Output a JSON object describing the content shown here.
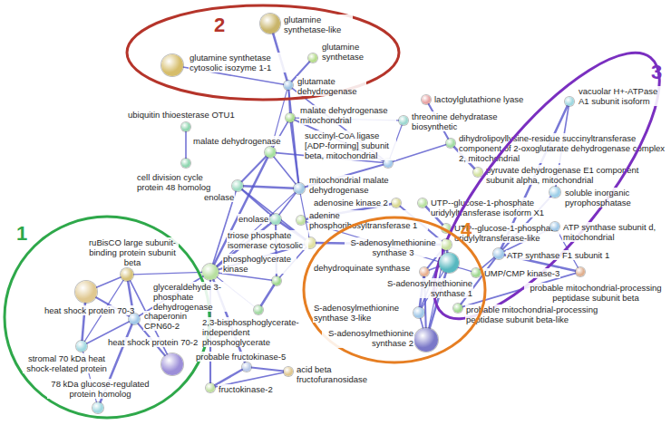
{
  "diagram": {
    "nodes": [
      {
        "text": [
          "2"
        ]
      },
      {
        "text": [
          "glutamine synthetase-like"
        ],
        "in": 0
      },
      {
        "text": [
          "glutamine synthetase"
        ],
        "in": 0
      },
      {
        "text": [
          "glutamine synthetase cytosolic isozyme 1-1"
        ],
        "in": 0
      },
      {
        "text": [
          "glutamate dehydrogenase"
        ],
        "in": 0
      },
      {
        "text": [
          "ubiquitin thioesterase OTU1"
        ]
      },
      {
        "text": [
          "cell division cycle protein 48 homolog"
        ]
      },
      {
        "text": [
          "malate dehydrogenase mitochondrial"
        ]
      },
      {
        "text": [
          "malate dehydrogenase"
        ]
      },
      {
        "text": [
          "threonine dehydratase biosynthetic"
        ]
      },
      {
        "text": [
          "lactoylglutathione lyase"
        ]
      },
      {
        "text": [
          "succinyl-CoA ligase [ADP-forming] subunit beta, mitochondrial"
        ]
      },
      {
        "text": [
          "dihydrolipoyllysine-residue succinyltransferase component of 2-oxoglutarate dehydrogenase complex 2, mitochondrial"
        ]
      },
      {
        "text": [
          "pyruvate dehydrogenase E1 component subunit alpha, mitochondrial"
        ]
      },
      {
        "text": [
          "enolase"
        ]
      },
      {
        "text": [
          "mitochondrial malate dehydrogenase"
        ]
      },
      {
        "text": [
          "UTP--glucose-1-phosphate uridylyltransferase isoform X1"
        ]
      },
      {
        "text": [
          "UTP--glucose-1-phosphate uridylyltransferase-like"
        ]
      },
      {
        "text": [
          "adenosine kinase 2"
        ]
      },
      {
        "text": [
          "adenine phosphoribosyltransferase 1"
        ]
      },
      {
        "text": [
          "enolase"
        ]
      },
      {
        "text": [
          "triose phosphate isomerase cytosolic"
        ]
      },
      {
        "text": [
          "3"
        ]
      },
      {
        "text": [
          "vacuolar H+-ATPase A1 subunit isoform"
        ],
        "in": 22
      },
      {
        "text": [
          "soluble inorganic pyrophosphatase"
        ],
        "in": 22
      },
      {
        "text": [
          "ATP synthase subunit d, mitochondrial"
        ],
        "in": 22
      },
      {
        "text": [
          "ATP synthase F1 subunit 1"
        ],
        "in": 22
      },
      {
        "text": [
          "probable mitochondrial-processing peptidase subunit beta"
        ],
        "in": 22
      },
      {
        "text": [
          "probable mitochondrial-processing peptidase subunit beta-like"
        ],
        "in": 22
      },
      {
        "text": [
          "UMP/CMP kinase-3"
        ]
      },
      {
        "text": [
          "1"
        ]
      },
      {
        "text": [
          "ruBisCO large subunit-binding protein subunit beta"
        ],
        "in": 30
      },
      {
        "text": [
          "heat shock protein 70-3"
        ],
        "in": 30
      },
      {
        "text": [
          "stromal 70 kDa heat shock-related protein"
        ],
        "in": 30
      },
      {
        "text": [
          "chaperonin CPN60-2"
        ],
        "in": 30
      },
      {
        "text": [
          "78 kDa glucose-regulated protein homolog"
        ],
        "in": 30
      },
      {
        "text": [
          "heat shock protein 70-2"
        ],
        "in": 30
      },
      {
        "text": [
          "glyceraldehyde 3-phosphate dehydrogenase"
        ]
      },
      {
        "text": [
          "phosphoglycerate kinase"
        ]
      },
      {
        "text": [
          "2,3-bisphosphoglycerate-independent phosphoglycerate"
        ]
      },
      {
        "text": [
          "probable fructokinase-5"
        ]
      },
      {
        "text": [
          "fructokinase-2"
        ]
      },
      {
        "text": [
          "acid beta fructofuranosidase"
        ]
      },
      {
        "text": [
          "4"
        ]
      },
      {
        "text": [
          "S-adenosylmethionine synthase 3"
        ],
        "in": 43
      },
      {
        "text": [
          "S-adenosylmethionine synthase 1"
        ],
        "in": 43
      },
      {
        "text": [
          "dehydroquinate synthase"
        ],
        "in": 43
      },
      {
        "text": [
          "S-adenosylmethionine synthase 3-like"
        ],
        "in": 43
      },
      {
        "text": [
          "S-adenosylmethionine synthase 2"
        ],
        "in": 43
      }
    ],
    "edges": [
      {
        "from": 1,
        "to": 4,
        "arrow": "none"
      },
      {
        "from": 2,
        "to": 4,
        "arrow": "none"
      },
      {
        "from": 3,
        "to": 4,
        "arrow": "none"
      },
      {
        "from": 4,
        "to": 7,
        "arrow": "none"
      },
      {
        "from": 4,
        "to": 8,
        "arrow": "none"
      },
      {
        "from": 4,
        "to": 15,
        "arrow": "none"
      },
      {
        "from": 4,
        "to": 11,
        "arrow": "none"
      },
      {
        "from": 5,
        "to": 6,
        "arrow": "none"
      },
      {
        "from": 8,
        "to": 14,
        "arrow": "none"
      },
      {
        "from": 8,
        "to": 15,
        "arrow": "none"
      },
      {
        "from": 8,
        "to": 7,
        "arrow": "none"
      },
      {
        "from": 8,
        "to": 11,
        "arrow": "none"
      },
      {
        "from": 8,
        "to": 37,
        "arrow": "none"
      },
      {
        "from": 7,
        "to": 15,
        "arrow": "none"
      },
      {
        "from": 7,
        "to": 11,
        "arrow": "none"
      },
      {
        "from": 9,
        "to": 11,
        "arrow": "none"
      },
      {
        "from": 9,
        "to": 7,
        "arrow": "none"
      },
      {
        "from": 11,
        "to": 12,
        "arrow": "none"
      },
      {
        "from": 12,
        "to": 13,
        "arrow": "none"
      },
      {
        "from": 12,
        "to": 10,
        "arrow": "none"
      },
      {
        "from": 11,
        "to": 15,
        "arrow": "none"
      },
      {
        "from": 16,
        "to": 17,
        "arrow": "none"
      },
      {
        "from": 14,
        "to": 37,
        "arrow": "none"
      },
      {
        "from": 14,
        "to": 21,
        "arrow": "none"
      },
      {
        "from": 14,
        "to": 20,
        "arrow": "none"
      },
      {
        "from": 14,
        "to": 15,
        "arrow": "none"
      },
      {
        "from": 15,
        "to": 21,
        "arrow": "none"
      },
      {
        "from": 15,
        "to": 37,
        "arrow": "none"
      },
      {
        "from": 15,
        "to": 20,
        "arrow": "none"
      },
      {
        "from": 20,
        "to": 37,
        "arrow": "none"
      },
      {
        "from": 20,
        "to": 21,
        "arrow": "none"
      },
      {
        "from": 20,
        "to": 38,
        "arrow": "none"
      },
      {
        "from": 21,
        "to": 37,
        "arrow": "none"
      },
      {
        "from": 21,
        "to": 38,
        "arrow": "none"
      },
      {
        "from": 21,
        "to": 44,
        "arrow": "none"
      },
      {
        "from": 18,
        "to": 19,
        "arrow": "none"
      },
      {
        "from": 18,
        "to": 44,
        "arrow": "none"
      },
      {
        "from": 19,
        "to": 29,
        "arrow": "none"
      },
      {
        "from": 29,
        "to": 26,
        "arrow": "none"
      },
      {
        "from": 37,
        "to": 38,
        "arrow": "none"
      },
      {
        "from": 37,
        "to": 39,
        "arrow": "none"
      },
      {
        "from": 37,
        "to": 40,
        "arrow": "none"
      },
      {
        "from": 37,
        "to": 41,
        "arrow": "none"
      },
      {
        "from": 37,
        "to": 31,
        "arrow": "none"
      },
      {
        "from": 37,
        "to": 34,
        "arrow": "none"
      },
      {
        "from": 38,
        "to": 39,
        "arrow": "none"
      },
      {
        "from": 40,
        "to": 41,
        "arrow": "none"
      },
      {
        "from": 40,
        "to": 42,
        "arrow": "none"
      },
      {
        "from": 41,
        "to": 42,
        "arrow": "none"
      },
      {
        "from": 31,
        "to": 32,
        "arrow": "none"
      },
      {
        "from": 31,
        "to": 34,
        "arrow": "none"
      },
      {
        "from": 31,
        "to": 36,
        "arrow": "none"
      },
      {
        "from": 31,
        "to": 33,
        "arrow": "none"
      },
      {
        "from": 34,
        "to": 32,
        "arrow": "none"
      },
      {
        "from": 34,
        "to": 33,
        "arrow": "none"
      },
      {
        "from": 34,
        "to": 35,
        "arrow": "none"
      },
      {
        "from": 34,
        "to": 36,
        "arrow": "none"
      },
      {
        "from": 32,
        "to": 33,
        "arrow": "none"
      },
      {
        "from": 33,
        "to": 35,
        "arrow": "none"
      },
      {
        "from": 44,
        "to": 45,
        "arrow": "none"
      },
      {
        "from": 44,
        "to": 46,
        "arrow": "none"
      },
      {
        "from": 44,
        "to": 47,
        "arrow": "none"
      },
      {
        "from": 44,
        "to": 48,
        "arrow": "none"
      },
      {
        "from": 45,
        "to": 46,
        "arrow": "none"
      },
      {
        "from": 45,
        "to": 47,
        "arrow": "none"
      },
      {
        "from": 45,
        "to": 48,
        "arrow": "none"
      },
      {
        "from": 46,
        "to": 47,
        "arrow": "none"
      },
      {
        "from": 46,
        "to": 48,
        "arrow": "none"
      },
      {
        "from": 47,
        "to": 48,
        "arrow": "none"
      },
      {
        "from": 26,
        "to": 23,
        "arrow": "none"
      },
      {
        "from": 26,
        "to": 24,
        "arrow": "none"
      },
      {
        "from": 26,
        "to": 25,
        "arrow": "none"
      },
      {
        "from": 26,
        "to": 27,
        "arrow": "none"
      },
      {
        "from": 26,
        "to": 28,
        "arrow": "none"
      },
      {
        "from": 25,
        "to": 27,
        "arrow": "none"
      },
      {
        "from": 23,
        "to": 24,
        "arrow": "none"
      },
      {
        "from": 27,
        "to": 28,
        "arrow": "none"
      }
    ]
  }
}
